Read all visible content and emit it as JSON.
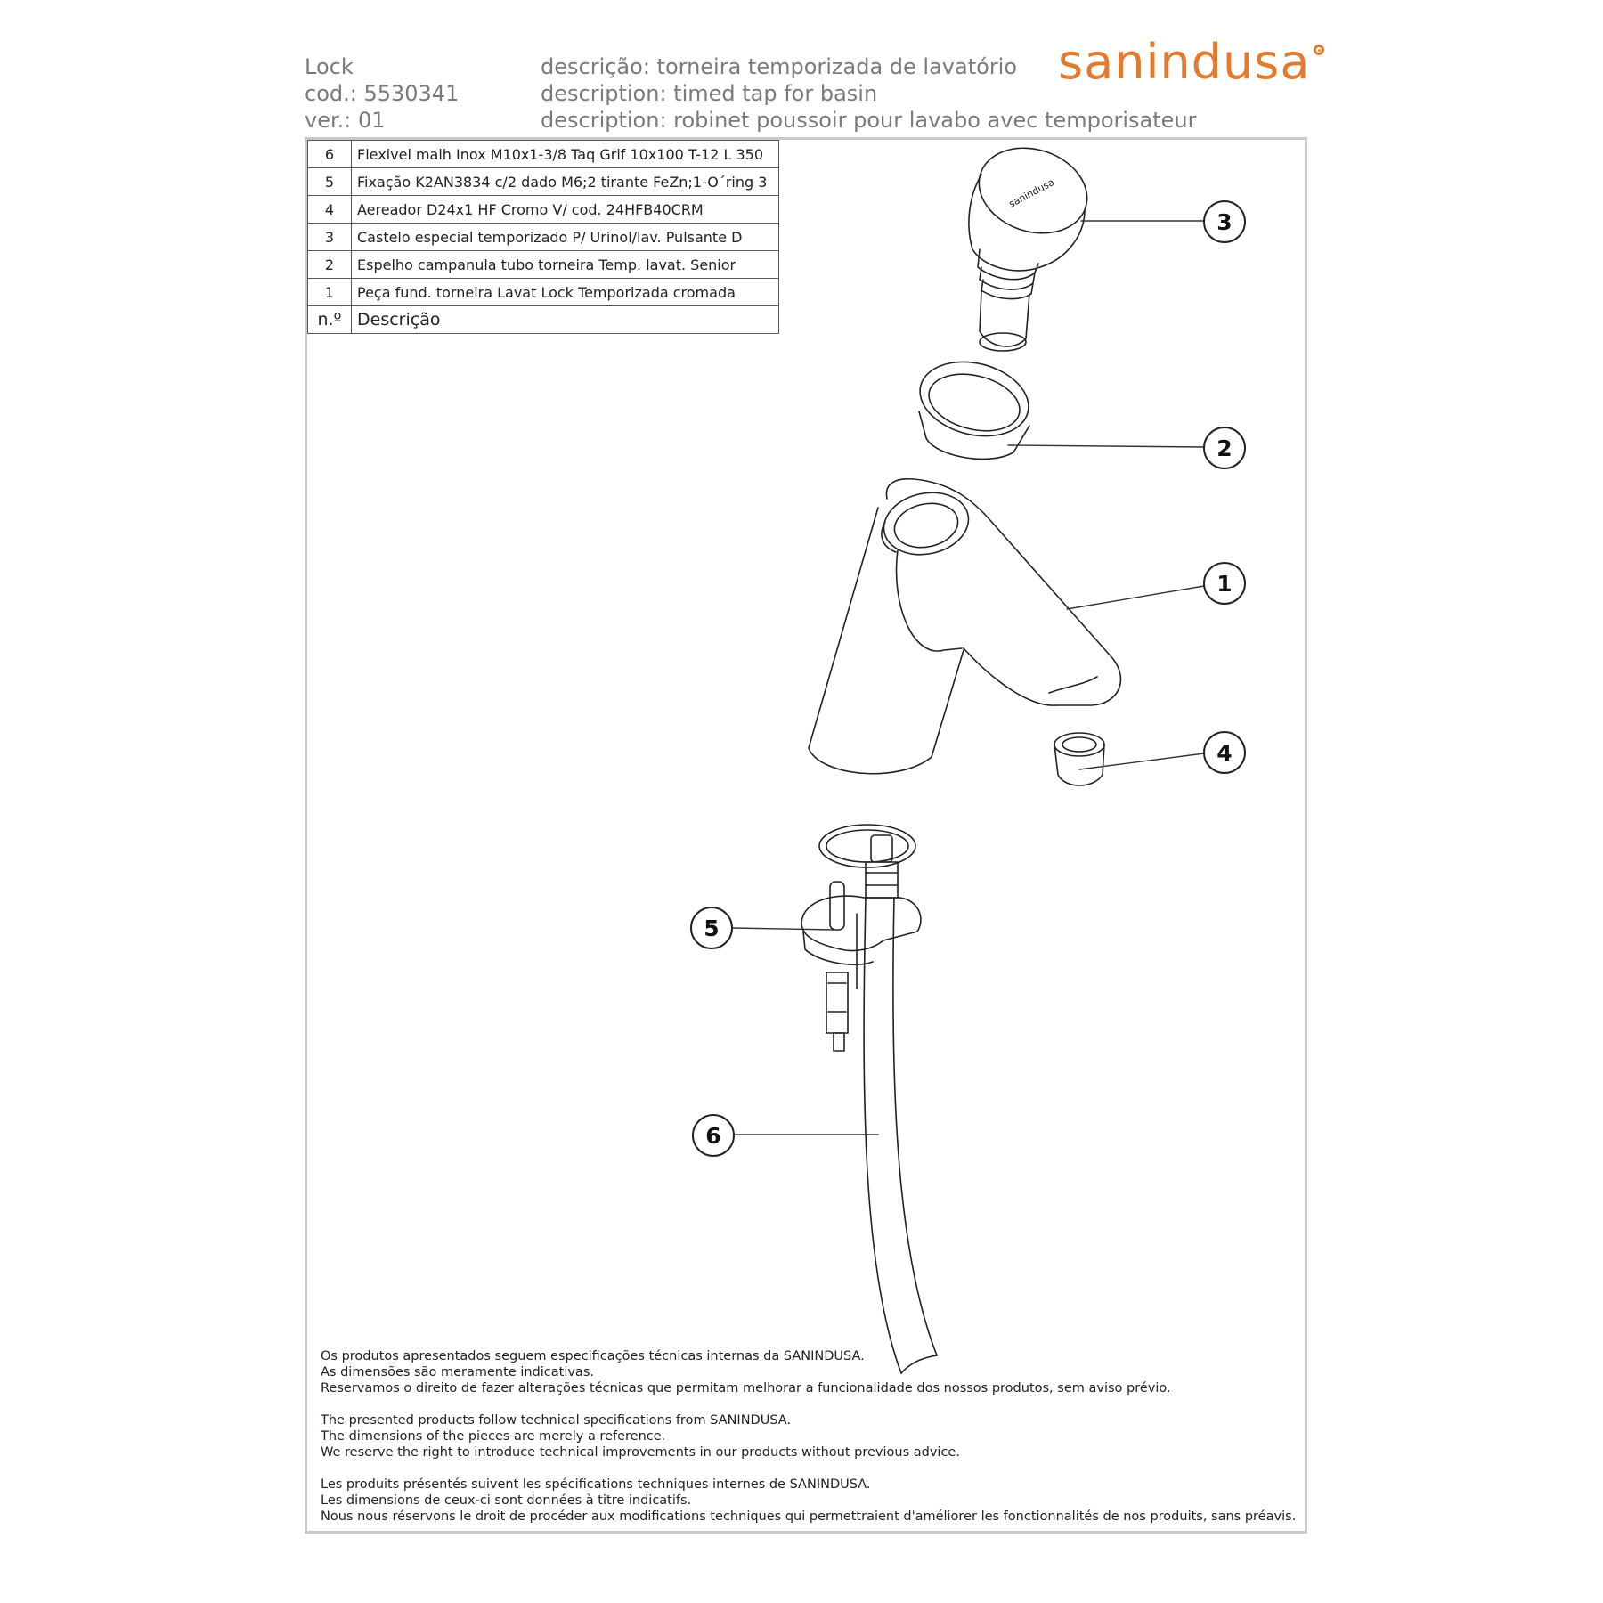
{
  "header": {
    "model_label": "Lock",
    "code_label": "cod.: 5530341",
    "version_label": "ver.: 01",
    "description_pt": "descrição: torneira temporizada de lavatório",
    "description_en": "description: timed tap for basin",
    "description_fr": "description: robinet poussoir pour lavabo avec temporisateur"
  },
  "logo": {
    "text": "sanindusa",
    "color": "#e07b2f"
  },
  "parts_table": {
    "header_number": "n.º",
    "header_description": "Descrição",
    "rows": [
      {
        "number": "6",
        "description": "Flexivel malh Inox M10x1-3/8 Taq Grif 10x100 T-12 L 350"
      },
      {
        "number": "5",
        "description": "Fixação K2AN3834 c/2 dado M6;2 tirante FeZn;1-O´ring 3"
      },
      {
        "number": "4",
        "description": "Aereador D24x1 HF Cromo V/ cod. 24HFB40CRM"
      },
      {
        "number": "3",
        "description": "Castelo especial temporizado P/ Urinol/lav. Pulsante D"
      },
      {
        "number": "2",
        "description": "Espelho campanula tubo torneira Temp. lavat. Senior"
      },
      {
        "number": "1",
        "description": "Peça fund. torneira Lavat Lock Temporizada cromada"
      }
    ]
  },
  "callouts": [
    "3",
    "2",
    "1",
    "4",
    "5",
    "6"
  ],
  "cap_text": "sanindusa",
  "footer": {
    "pt": [
      "Os produtos apresentados seguem especificações técnicas internas da SANINDUSA.",
      "As dimensões são meramente indicativas.",
      "Reservamos o direito de fazer alterações técnicas que permitam melhorar a funcionalidade dos nossos produtos, sem aviso prévio."
    ],
    "en": [
      "The presented products follow technical specifications from SANINDUSA.",
      "The dimensions of the pieces are merely a reference.",
      "We reserve the right to introduce technical improvements in our products without previous advice."
    ],
    "fr": [
      "Les produits présentés suivent les spécifications techniques internes de SANINDUSA.",
      "Les dimensions de ceux-ci sont données à titre indicatifs.",
      "Nous nous réservons le droit de procéder aux modifications techniques qui permettraient d'améliorer les fonctionnalités de nos produits, sans préavis."
    ]
  }
}
